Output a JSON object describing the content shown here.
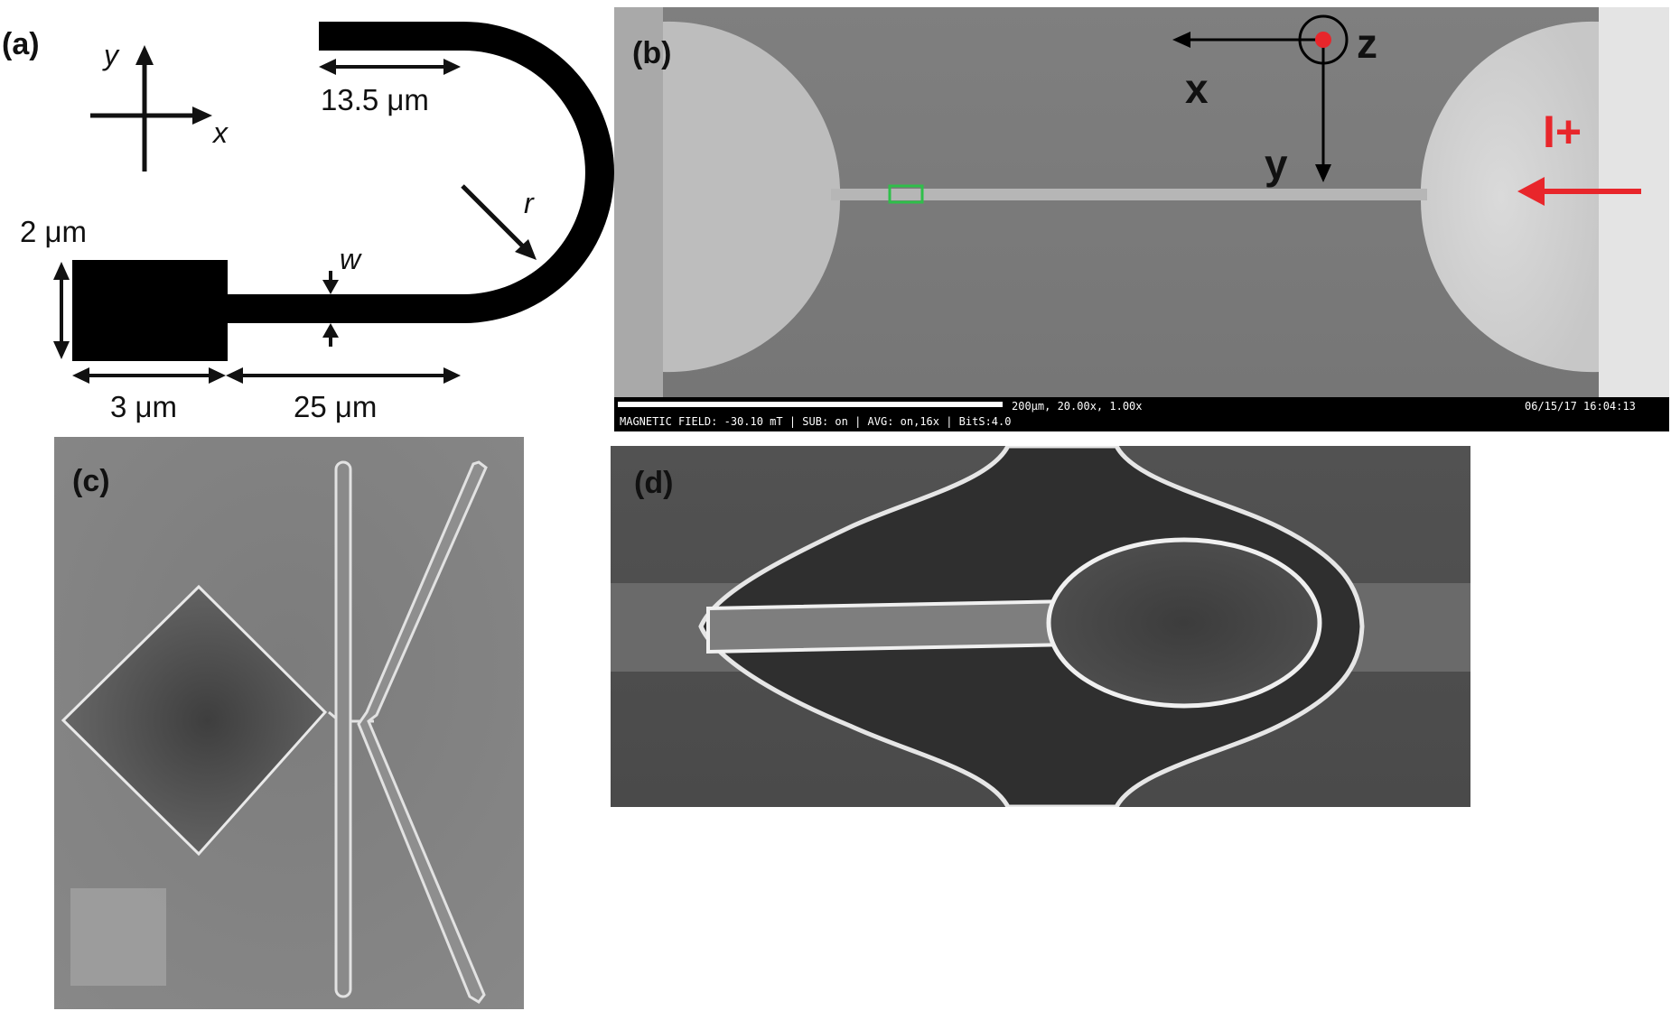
{
  "panel_a": {
    "label": "(a)",
    "axis_y": "y",
    "axis_x": "x",
    "dim_lead": "13.5 μm",
    "dim_radius": "r",
    "dim_pad_height": "2 μm",
    "dim_width": "w",
    "dim_pad_width": "3 μm",
    "dim_wire_length": "25 μm"
  },
  "panel_b": {
    "label": "(b)",
    "axis_x": "x",
    "axis_y": "y",
    "axis_z": "z",
    "current_label": "I+",
    "status_line1": "200μm, 20.00x, 1.00x",
    "status_timestamp": "06/15/17 16:04:13",
    "status_line2": "MAGNETIC FIELD: -30.10 mT | SUB: on | AVG: on,16x | BitS:4.0",
    "accent_color": "#e8262b",
    "roi_color": "#2fbf4a"
  },
  "panel_c": {
    "label": "(c)"
  },
  "panel_d": {
    "label": "(d)"
  }
}
